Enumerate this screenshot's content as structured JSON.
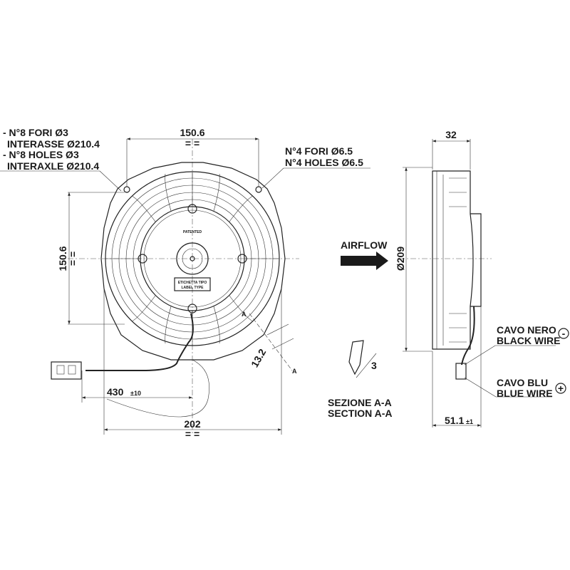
{
  "front_view": {
    "holes_note": [
      "- N°8 FORI Ø3",
      "INTERASSE Ø210.4",
      "- N°8 HOLES Ø3",
      "INTERAXLE Ø210.4"
    ],
    "mount_holes_note": [
      "N°4 FORI Ø6.5",
      "N°4 HOLES Ø6.5"
    ],
    "width_dim": "150.6",
    "height_dim": "150.6",
    "symmetry_mark": "= =",
    "patented": "PATENTED",
    "label_type": [
      "ETICHETTA TIPO",
      "LABEL TYPE"
    ],
    "section_offset_dim": "13.2",
    "section_marker": "A",
    "cable_length": "430",
    "cable_tolerance": "±10",
    "overall_width": "202"
  },
  "section": {
    "thickness_dim": "3",
    "title": [
      "SEZIONE A-A",
      "SECTION A-A"
    ]
  },
  "airflow_label": "AIRFLOW",
  "side_view": {
    "depth_dim": "32",
    "diameter_dim": "Ø209",
    "total_depth": "51.1",
    "total_depth_tolerance": "±1",
    "black_wire": [
      "CAVO NERO",
      "BLACK WIRE"
    ],
    "black_wire_polarity": "-",
    "blue_wire": [
      "CAVO BLU",
      "BLUE WIRE"
    ],
    "blue_wire_polarity": "+"
  }
}
